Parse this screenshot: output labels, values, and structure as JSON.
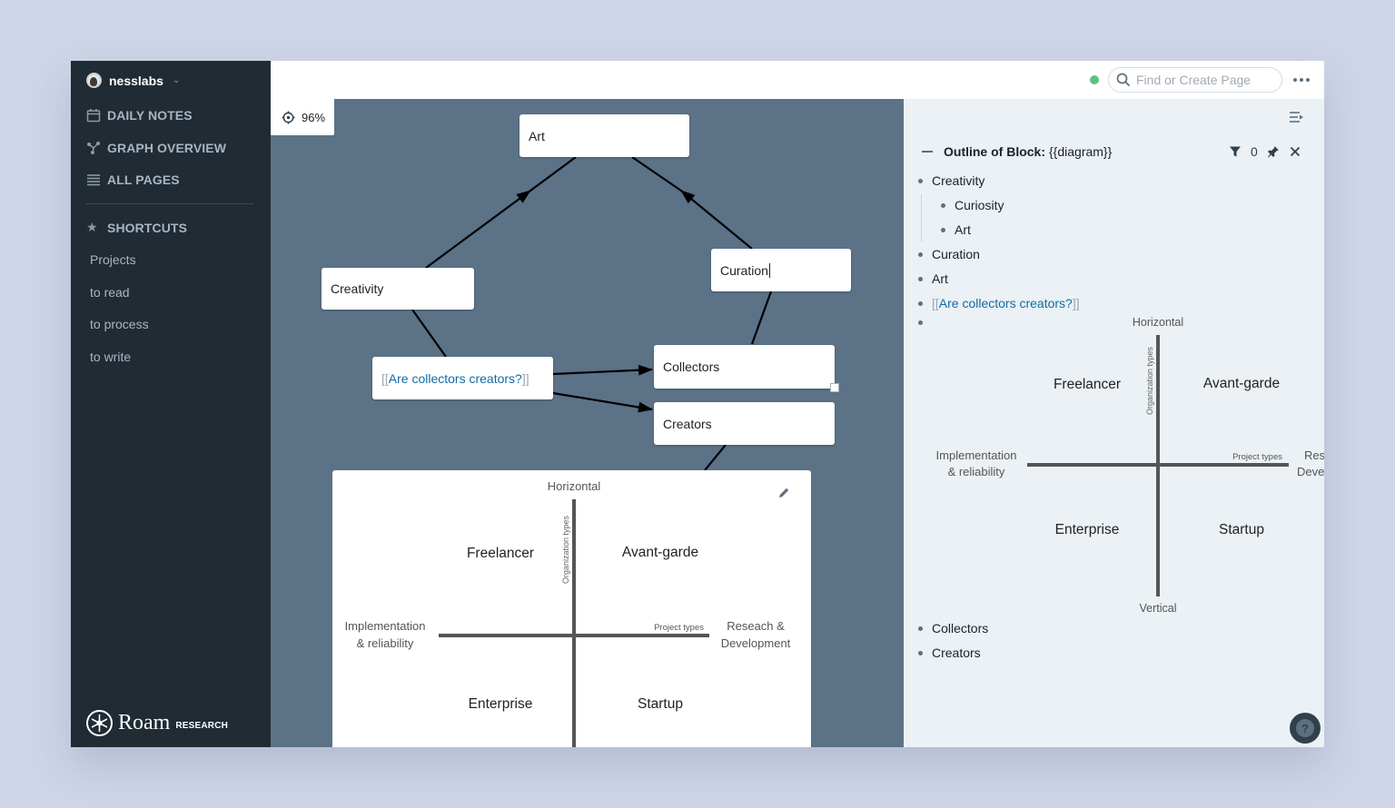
{
  "sidebar": {
    "graph_name": "nesslabs",
    "nav": [
      {
        "label": "DAILY NOTES",
        "icon": "calendar-icon"
      },
      {
        "label": "GRAPH OVERVIEW",
        "icon": "graph-icon"
      },
      {
        "label": "ALL PAGES",
        "icon": "list-icon"
      }
    ],
    "shortcuts_label": "SHORTCUTS",
    "shortcuts": [
      "Projects",
      "to read",
      "to process",
      "to write"
    ],
    "logo_word": "Roam",
    "logo_sub": "RESEARCH"
  },
  "topbar": {
    "search_placeholder": "Find or Create Page",
    "sync_color": "#5fbf86"
  },
  "canvas": {
    "zoom": "96%",
    "nodes": {
      "art": "Art",
      "curation": "Curation",
      "creativity": "Creativity",
      "question_open": "[[",
      "question_text": "Are collectors creators?",
      "question_close": "]]",
      "collectors": "Collectors",
      "creators": "Creators"
    },
    "diagram": {
      "top_label": "Horizontal",
      "vertical_axis_label": "Organization types",
      "horizontal_axis_label": "Project types",
      "left_label_1": "Implementation",
      "left_label_2": "& reliability",
      "right_label_1": "Reseach &",
      "right_label_2": "Development",
      "q_top_left": "Freelancer",
      "q_top_right": "Avant-garde",
      "q_bottom_left": "Enterprise",
      "q_bottom_right": "Startup"
    }
  },
  "panel": {
    "title_bold": "Outline of Block:",
    "title_rest": "{{diagram}}",
    "filter_count": "0",
    "items": {
      "creativity": "Creativity",
      "curiosity": "Curiosity",
      "art_child": "Art",
      "curation": "Curation",
      "art": "Art",
      "link_open": "[[",
      "link_text": "Are collectors creators?",
      "link_close": "]]",
      "collectors": "Collectors",
      "creators": "Creators"
    },
    "diagram": {
      "top_label": "Horizontal",
      "bottom_label": "Vertical",
      "vertical_axis_label": "Organization types",
      "horizontal_axis_label": "Project types",
      "left_label_1": "Implementation",
      "left_label_2": "& reliability",
      "right_label_1": "Res",
      "right_label_2": "Deve",
      "q_top_left": "Freelancer",
      "q_top_right": "Avant-garde",
      "q_bottom_left": "Enterprise",
      "q_bottom_right": "Startup"
    },
    "help": "?"
  }
}
